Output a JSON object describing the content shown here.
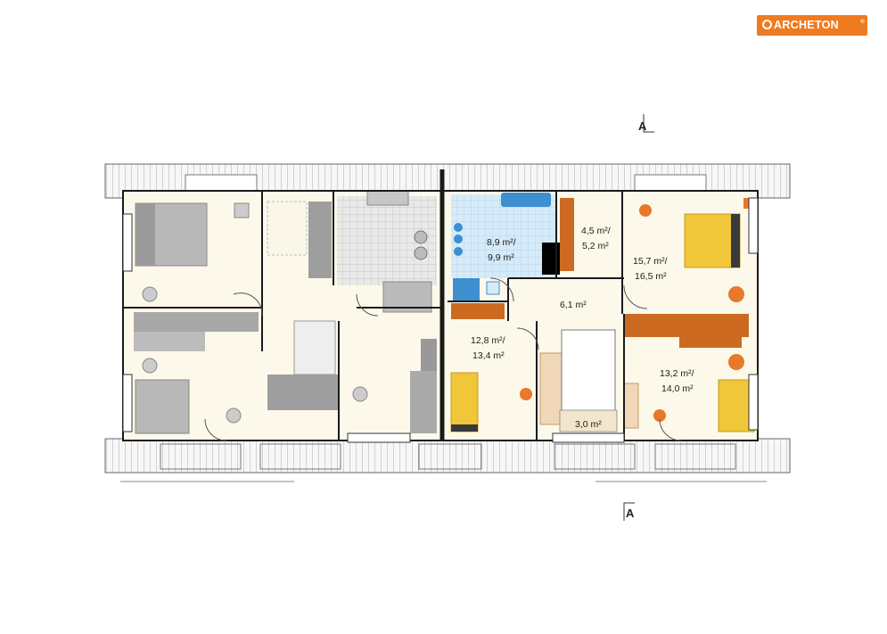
{
  "brand": {
    "name": "ARCHETON",
    "registered": "®",
    "color": "#f07a1f"
  },
  "section_marks": {
    "top": "A",
    "bottom": "A"
  },
  "rooms": {
    "bathroom": {
      "l1": "8,9 m²/",
      "l2": "9,9 m²"
    },
    "wardrobe": {
      "l1": "4,5 m²/",
      "l2": "5,2 m²"
    },
    "bedroom_master": {
      "l1": "15,7 m²/",
      "l2": "16,5 m²"
    },
    "hall": {
      "l1": "6,1 m²"
    },
    "bedroom_left": {
      "l1": "12,8 m²/",
      "l2": "13,4 m²"
    },
    "bedroom_right": {
      "l1": "13,2 m²/",
      "l2": "14,0 m²"
    },
    "stair": {
      "l1": "3,0 m²"
    }
  },
  "colors": {
    "floor": "#fdf9ea",
    "wall": "#1a1a1a",
    "wood": "#cc6a22",
    "bath_tile": "#cfe6f7",
    "bath_fixture": "#3d8fd0",
    "bed": "#f0c63a",
    "chair": "#e8782a",
    "gray_furniture": "#a8a8a8"
  }
}
